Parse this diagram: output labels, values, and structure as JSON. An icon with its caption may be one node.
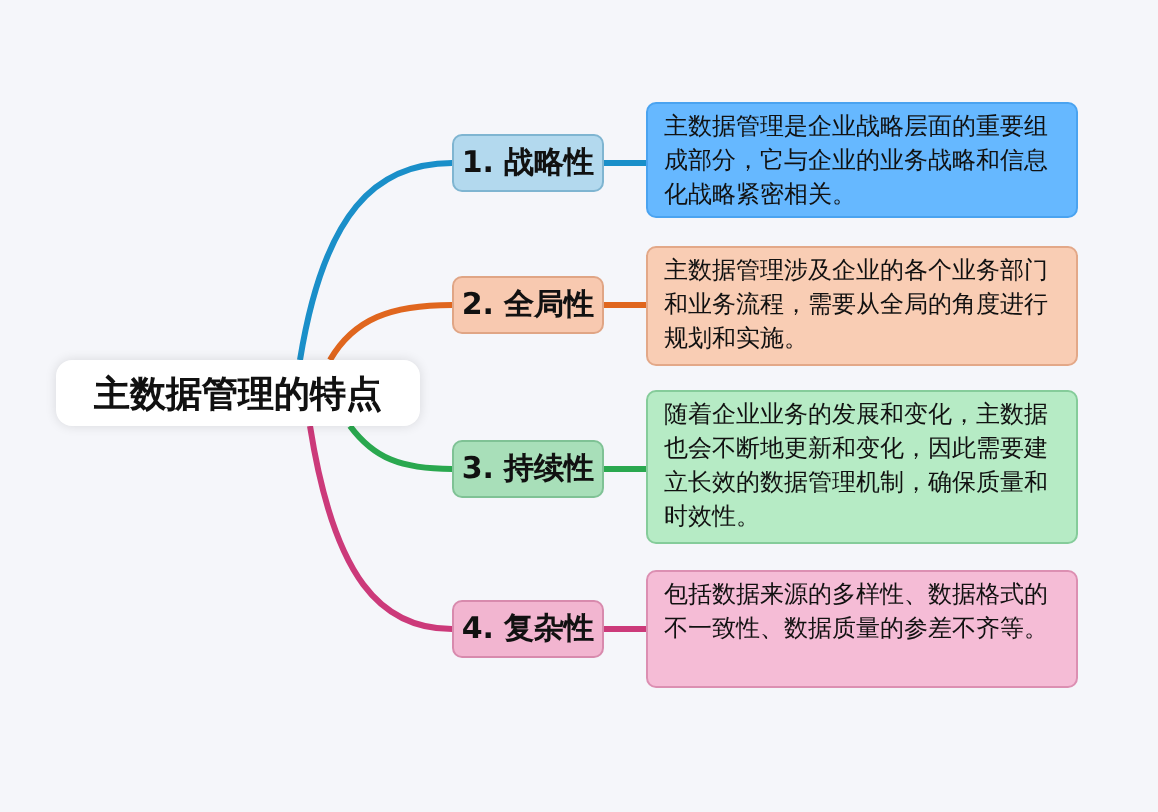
{
  "diagram": {
    "nodes": [
      {
        "text": [
          "主数据管理的特点"
        ]
      },
      {
        "text": [
          "1. 战略性"
        ]
      },
      {
        "text": [
          "2. 全局性"
        ]
      },
      {
        "text": [
          "3. 持续性"
        ]
      },
      {
        "text": [
          "4. 复杂性"
        ]
      },
      {
        "text": [
          "主数据管理是企业战略层面的重要组成部分，它与企业的业务战略和信息化战略紧密相关。"
        ]
      },
      {
        "text": [
          "主数据管理涉及企业的各个业务部门和业务流程，需要从全局的角度进行规划和实施。"
        ]
      },
      {
        "text": [
          "随着企业业务的发展和变化，主数据也会不断地更新和变化，因此需要建立长效的数据管理机制，确保质量和时效性。"
        ]
      },
      {
        "text": [
          "包括数据来源的多样性、数据格式的不一致性、数据质量的参差不齐等。"
        ]
      }
    ],
    "edges": [
      {
        "from": 0,
        "to": 1,
        "arrow": "none",
        "color": "#1a8fc9"
      },
      {
        "from": 0,
        "to": 2,
        "arrow": "none",
        "color": "#e0661e"
      },
      {
        "from": 0,
        "to": 3,
        "arrow": "none",
        "color": "#2aa84f"
      },
      {
        "from": 0,
        "to": 4,
        "arrow": "none",
        "color": "#cc3a7a"
      },
      {
        "from": 1,
        "to": 5,
        "arrow": "none",
        "color": "#1a8fc9"
      },
      {
        "from": 2,
        "to": 6,
        "arrow": "none",
        "color": "#e0661e"
      },
      {
        "from": 3,
        "to": 7,
        "arrow": "none",
        "color": "#2aa84f"
      },
      {
        "from": 4,
        "to": 8,
        "arrow": "none",
        "color": "#cc3a7a"
      }
    ]
  }
}
